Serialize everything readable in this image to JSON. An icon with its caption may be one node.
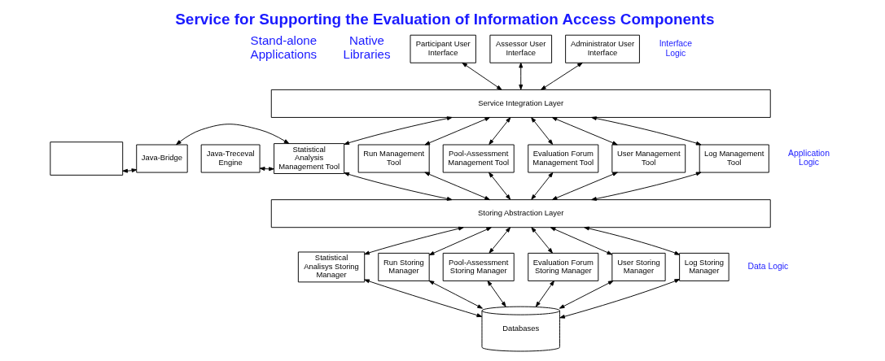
{
  "diagram": {
    "title": "Service for Supporting the Evaluation of Information Access Components",
    "nodes": [
      {
        "text": [],
        "shape": "box"
      },
      {
        "text": [
          "Java-Bridge"
        ]
      },
      {
        "text": [
          "Java-Treceval Engine"
        ]
      },
      {
        "text": [
          "Participant User Interface"
        ]
      },
      {
        "text": [
          "Assessor User Interface"
        ]
      },
      {
        "text": [
          "Administrator User Interface"
        ]
      },
      {
        "text": [
          "Service Integration Layer"
        ]
      },
      {
        "text": [
          "Statistical Analysis Management Tool"
        ]
      },
      {
        "text": [
          "Run Management Tool"
        ]
      },
      {
        "text": [
          "Pool-Assessment Management Tool"
        ]
      },
      {
        "text": [
          "Evaluation Forum Management Tool"
        ]
      },
      {
        "text": [
          "User Management Tool"
        ]
      },
      {
        "text": [
          "Log Management Tool"
        ]
      },
      {
        "text": [
          "Storing Abstraction Layer"
        ]
      },
      {
        "text": [
          "Statistical Analisys Storing Manager"
        ]
      },
      {
        "text": [
          "Run Storing Manager"
        ]
      },
      {
        "text": [
          "Pool-Assessment Storing Manager"
        ]
      },
      {
        "text": [
          "Evaluation Forum Storing Manager"
        ]
      },
      {
        "text": [
          "User Storing Manager"
        ]
      },
      {
        "text": [
          "Log Storing Manager"
        ]
      },
      {
        "text": [
          "Databases"
        ]
      }
    ],
    "edges": [
      {
        "from": 0,
        "to": 1,
        "arrow": "both"
      },
      {
        "from": 1,
        "to": 7,
        "arrow": "both"
      },
      {
        "from": 2,
        "to": 7,
        "arrow": "both"
      },
      {
        "from": 3,
        "to": 6,
        "arrow": "both"
      },
      {
        "from": 4,
        "to": 6,
        "arrow": "both"
      },
      {
        "from": 5,
        "to": 6,
        "arrow": "both"
      },
      {
        "from": 6,
        "to": 7,
        "arrow": "both"
      },
      {
        "from": 6,
        "to": 8,
        "arrow": "both"
      },
      {
        "from": 6,
        "to": 9,
        "arrow": "both"
      },
      {
        "from": 6,
        "to": 10,
        "arrow": "both"
      },
      {
        "from": 6,
        "to": 11,
        "arrow": "both"
      },
      {
        "from": 6,
        "to": 12,
        "arrow": "both"
      },
      {
        "from": 7,
        "to": 13,
        "arrow": "both"
      },
      {
        "from": 8,
        "to": 13,
        "arrow": "both"
      },
      {
        "from": 9,
        "to": 13,
        "arrow": "both"
      },
      {
        "from": 10,
        "to": 13,
        "arrow": "both"
      },
      {
        "from": 11,
        "to": 13,
        "arrow": "both"
      },
      {
        "from": 12,
        "to": 13,
        "arrow": "both"
      },
      {
        "from": 13,
        "to": 14,
        "arrow": "both"
      },
      {
        "from": 13,
        "to": 15,
        "arrow": "both"
      },
      {
        "from": 13,
        "to": 16,
        "arrow": "both"
      },
      {
        "from": 13,
        "to": 17,
        "arrow": "both"
      },
      {
        "from": 13,
        "to": 18,
        "arrow": "both"
      },
      {
        "from": 13,
        "to": 19,
        "arrow": "both"
      },
      {
        "from": 14,
        "to": 20,
        "arrow": "both"
      },
      {
        "from": 15,
        "to": 20,
        "arrow": "both"
      },
      {
        "from": 16,
        "to": 20,
        "arrow": "both"
      },
      {
        "from": 17,
        "to": 20,
        "arrow": "both"
      },
      {
        "from": 18,
        "to": 20,
        "arrow": "both"
      },
      {
        "from": 19,
        "to": 20,
        "arrow": "both"
      }
    ],
    "labels": [
      "Stand-alone Applications",
      "Native Libraries",
      "Interface Logic",
      "Application Logic",
      "Data Logic"
    ]
  }
}
